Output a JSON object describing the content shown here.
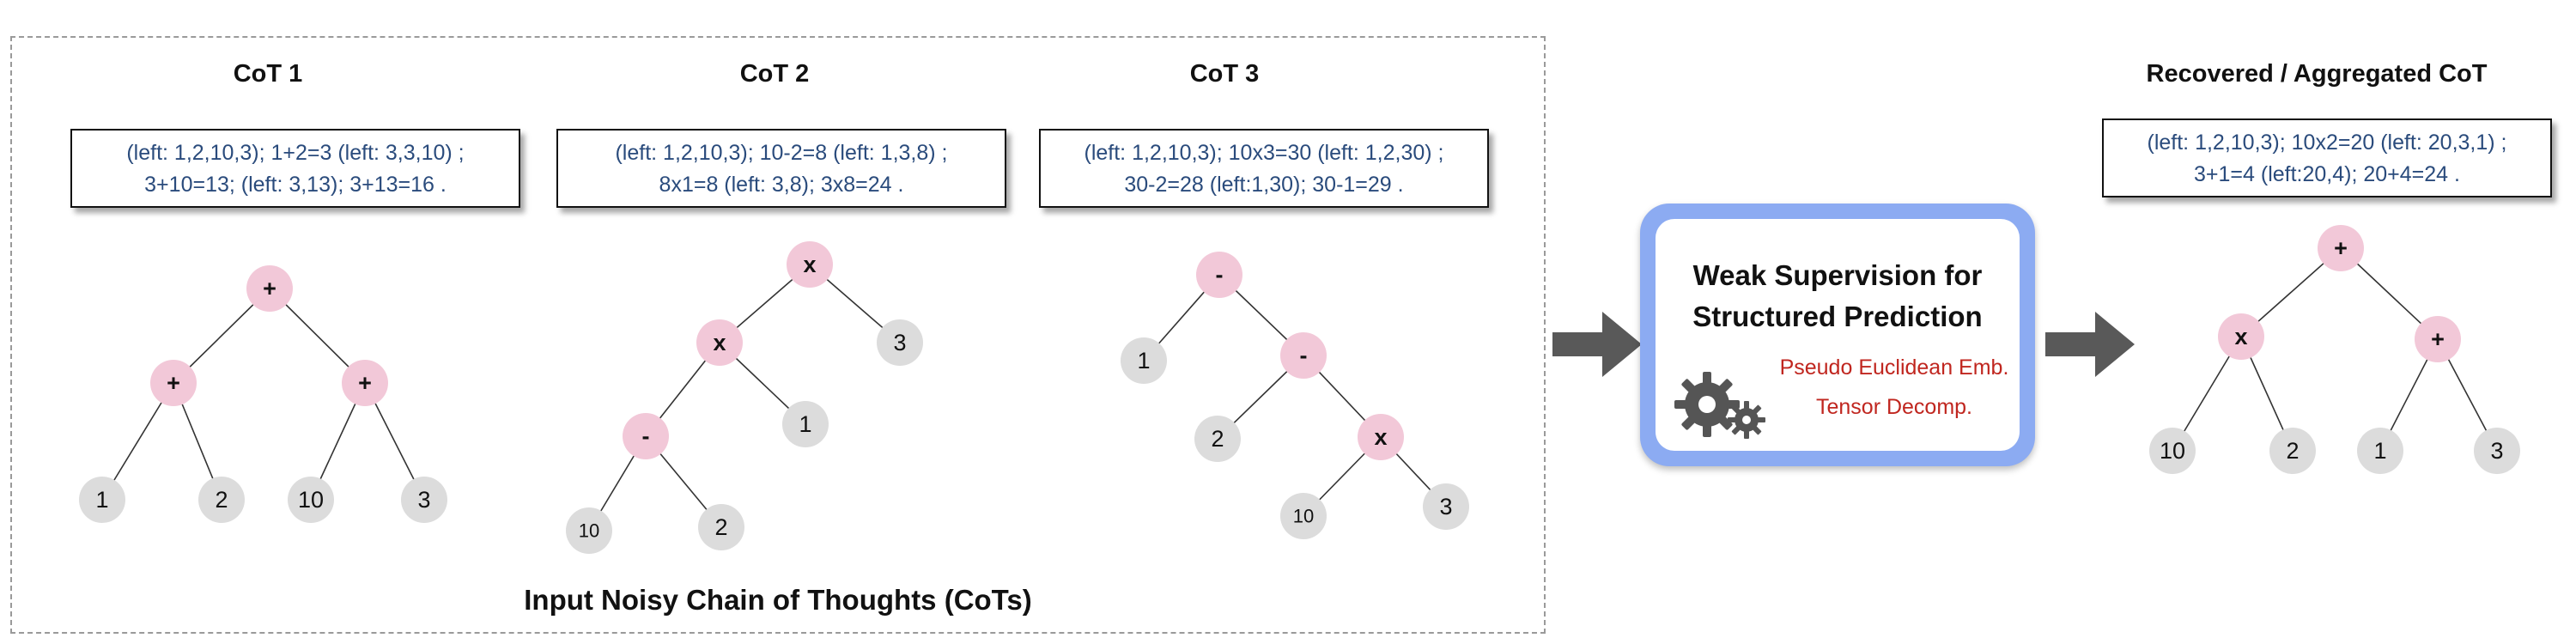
{
  "input_panel": {
    "label": "Input Noisy Chain of Thoughts (CoTs)",
    "cots": [
      {
        "title": "CoT 1",
        "lines": [
          "(left: 1,2,10,3);  1+2=3 (left: 3,3,10) ;",
          "3+10=13;  (left: 3,13); 3+13=16 ."
        ],
        "tree": [
          {
            "id": "a",
            "label": "+",
            "kind": "op"
          },
          {
            "id": "b",
            "label": "+",
            "kind": "op",
            "parent": "a"
          },
          {
            "id": "c",
            "label": "+",
            "kind": "op",
            "parent": "a"
          },
          {
            "id": "d",
            "label": "1",
            "kind": "leaf",
            "parent": "b"
          },
          {
            "id": "e",
            "label": "2",
            "kind": "leaf",
            "parent": "b"
          },
          {
            "id": "f",
            "label": "10",
            "kind": "leaf",
            "parent": "c"
          },
          {
            "id": "g",
            "label": "3",
            "kind": "leaf",
            "parent": "c"
          }
        ]
      },
      {
        "title": "CoT 2",
        "lines": [
          "(left: 1,2,10,3);  10-2=8 (left: 1,3,8) ;",
          "8x1=8 (left: 3,8); 3x8=24 ."
        ],
        "tree": [
          {
            "id": "a",
            "label": "x",
            "kind": "op"
          },
          {
            "id": "b",
            "label": "x",
            "kind": "op",
            "parent": "a"
          },
          {
            "id": "c",
            "label": "3",
            "kind": "leaf",
            "parent": "a"
          },
          {
            "id": "d",
            "label": "-",
            "kind": "op",
            "parent": "b"
          },
          {
            "id": "e",
            "label": "1",
            "kind": "leaf",
            "parent": "b"
          },
          {
            "id": "f",
            "label": "10",
            "kind": "leaf",
            "parent": "d"
          },
          {
            "id": "g",
            "label": "2",
            "kind": "leaf",
            "parent": "d"
          }
        ]
      },
      {
        "title": "CoT 3",
        "lines": [
          "(left: 1,2,10,3);  10x3=30 (left: 1,2,30) ;",
          "30-2=28 (left:1,30); 30-1=29 ."
        ],
        "tree": [
          {
            "id": "a",
            "label": "-",
            "kind": "op"
          },
          {
            "id": "b",
            "label": "1",
            "kind": "leaf",
            "parent": "a"
          },
          {
            "id": "c",
            "label": "-",
            "kind": "op",
            "parent": "a"
          },
          {
            "id": "d",
            "label": "2",
            "kind": "leaf",
            "parent": "c"
          },
          {
            "id": "e",
            "label": "x",
            "kind": "op",
            "parent": "c"
          },
          {
            "id": "f",
            "label": "10",
            "kind": "leaf",
            "parent": "e"
          },
          {
            "id": "g",
            "label": "3",
            "kind": "leaf",
            "parent": "e"
          }
        ]
      }
    ]
  },
  "weak_supervision": {
    "title_line1": "Weak Supervision for",
    "title_line2": "Structured Prediction",
    "method1": "Pseudo Euclidean Emb.",
    "method2": "Tensor Decomp.",
    "icon": "gears-icon"
  },
  "recovered": {
    "title": "Recovered / Aggregated CoT",
    "lines": [
      "(left: 1,2,10,3);  10x2=20 (left: 20,3,1) ;",
      "3+1=4 (left:20,4); 20+4=24 ."
    ],
    "tree": [
      {
        "id": "a",
        "label": "+",
        "kind": "op"
      },
      {
        "id": "b",
        "label": "x",
        "kind": "op",
        "parent": "a"
      },
      {
        "id": "c",
        "label": "+",
        "kind": "op",
        "parent": "a"
      },
      {
        "id": "d",
        "label": "10",
        "kind": "leaf",
        "parent": "b"
      },
      {
        "id": "e",
        "label": "2",
        "kind": "leaf",
        "parent": "b"
      },
      {
        "id": "f",
        "label": "1",
        "kind": "leaf",
        "parent": "c"
      },
      {
        "id": "g",
        "label": "3",
        "kind": "leaf",
        "parent": "c"
      }
    ]
  },
  "colors": {
    "op_node": "#f2c8d8",
    "leaf_node": "#dcdcdc",
    "cot_text": "#2a4b7c",
    "method_text": "#c0261f",
    "panel_accent": "#8cabf2",
    "arrow": "#595959"
  }
}
